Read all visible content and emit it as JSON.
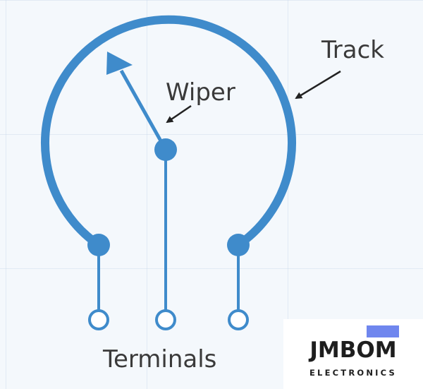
{
  "labels": {
    "track": "Track",
    "wiper": "Wiper",
    "terminals": "Terminals"
  },
  "logo": {
    "name": "JMBOM",
    "tagline": "ELECTRONICS"
  },
  "colors": {
    "track": "#3f8bcb",
    "arrow": "#222222",
    "text": "#3a3a3a",
    "logo_accent": "#6f86ee"
  }
}
